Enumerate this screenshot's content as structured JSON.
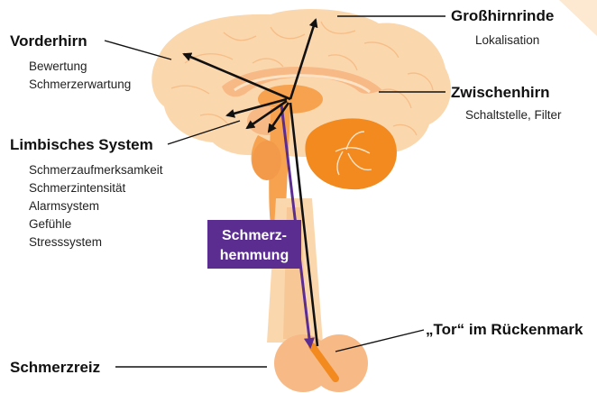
{
  "colors": {
    "brain_light": "#fbd7ad",
    "brain_mid": "#f7b985",
    "brain_dark": "#f39a4a",
    "brain_orange": "#f28a1f",
    "inhibition": "#5b2d91",
    "arrow": "#111111"
  },
  "labels": {
    "grosshirnrinde": {
      "title": "Großhirnrinde",
      "items": [
        "Lokalisation"
      ]
    },
    "vorderhirn": {
      "title": "Vorderhirn",
      "items": [
        "Bewertung",
        "Schmerzerwartung"
      ]
    },
    "zwischenhirn": {
      "title": "Zwischenhirn",
      "items": [
        "Schaltstelle, Filter"
      ]
    },
    "limbisches_system": {
      "title": "Limbisches System",
      "items": [
        "Schmerzaufmerksamkeit",
        "Schmerzintensität",
        "Alarmsystem",
        "Gefühle",
        "Stresssystem"
      ]
    },
    "schmerzreiz": {
      "title": "Schmerzreiz"
    },
    "tor": {
      "title": "„Tor“ im Rückenmark"
    },
    "schmerzhemmung": {
      "line1": "Schmerz-",
      "line2": "hemmung"
    }
  }
}
